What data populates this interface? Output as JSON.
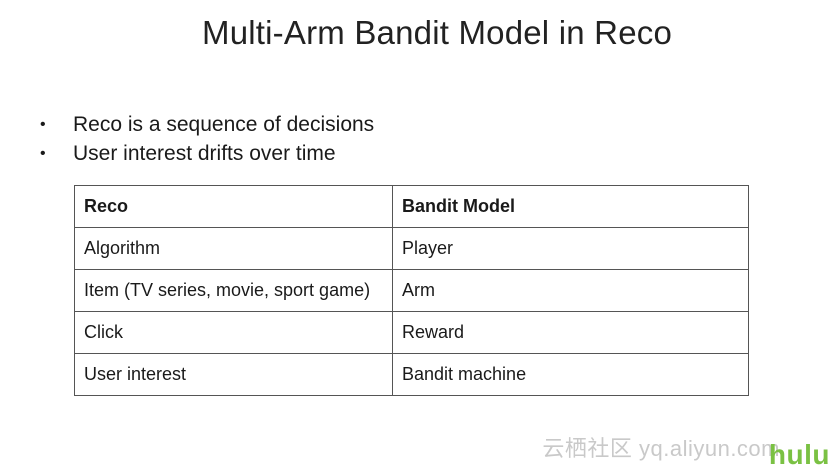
{
  "slide": {
    "title": "Multi-Arm Bandit Model in Reco",
    "bullets": [
      "Reco is a sequence of decisions",
      "User interest drifts over time"
    ],
    "bullet_glyph": "•",
    "table": {
      "headers": [
        "Reco",
        "Bandit Model"
      ],
      "rows": [
        [
          "Algorithm",
          "Player"
        ],
        [
          "Item (TV series, movie, sport game)",
          "Arm"
        ],
        [
          "Click",
          "Reward"
        ],
        [
          "User interest",
          "Bandit machine"
        ]
      ]
    },
    "watermark": "云栖社区 yq.aliyun.com",
    "brand_logo": "hulu",
    "colors": {
      "brand": "#7ac143",
      "text": "#1a1a1a",
      "border": "#555555",
      "watermark": "#c9c9c9"
    }
  }
}
